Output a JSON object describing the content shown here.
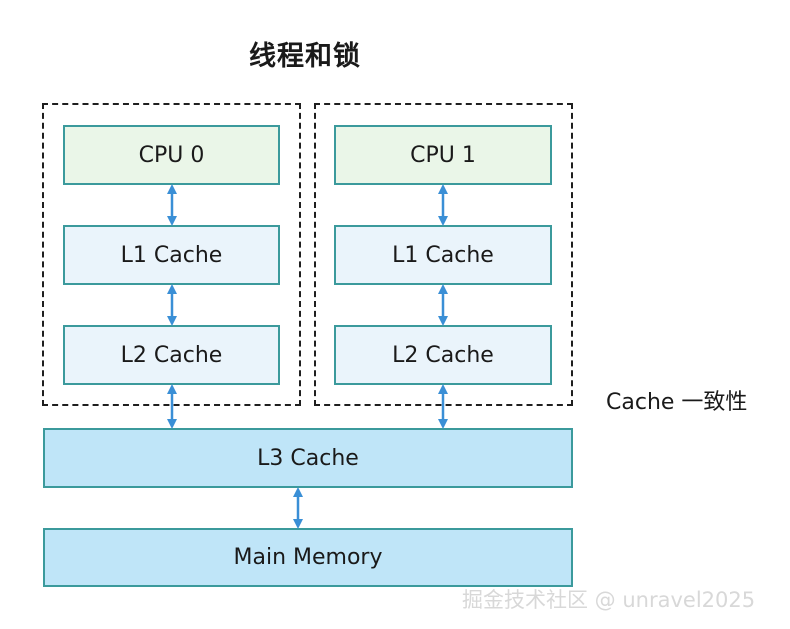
{
  "title": "线程和锁",
  "cpu_groups": [
    {
      "cpu_label": "CPU 0",
      "l1_label": "L1 Cache",
      "l2_label": "L2 Cache"
    },
    {
      "cpu_label": "CPU 1",
      "l1_label": "L1 Cache",
      "l2_label": "L2 Cache"
    }
  ],
  "l3_label": "L3 Cache",
  "memory_label": "Main Memory",
  "coherence_label": "Cache 一致性",
  "watermark": "掘金技术社区 @ unravel2025",
  "colors": {
    "box_border": "#3b9a9c",
    "cpu_fill": "#eaf6e8",
    "cache_fill": "#eaf4fb",
    "shared_fill": "#bfe5f8",
    "arrow": "#3a8fd6",
    "dashed_border": "#1f1f1f"
  }
}
